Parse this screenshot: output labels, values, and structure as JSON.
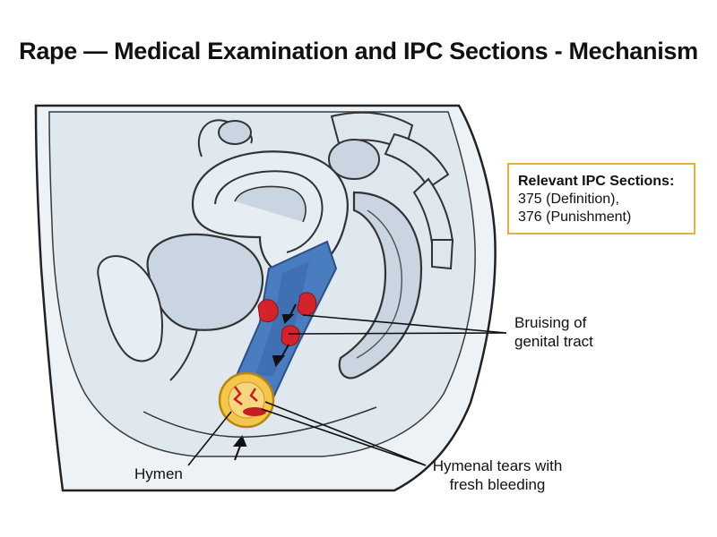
{
  "title": "Rape — Medical Examination and IPC Sections - Mechanism",
  "ipc_box": {
    "heading": "Relevant IPC Sections:",
    "line1": "375 (Definition),",
    "line2": "376 (Punishment)"
  },
  "labels": {
    "bruising_line1": "Bruising of",
    "bruising_line2": "genital tract",
    "hymenal_line1": "Hymenal tears with",
    "hymenal_line2": "fresh bleeding",
    "hymen": "Hymen"
  },
  "colors": {
    "tissue": "#c9d6e2",
    "tissue_light": "#e6edf3",
    "canal_blue": "#4a7cc0",
    "bruise_red": "#d4232a",
    "hymen_yellow": "#f4c64a",
    "callout_border": "#e2b33a"
  }
}
